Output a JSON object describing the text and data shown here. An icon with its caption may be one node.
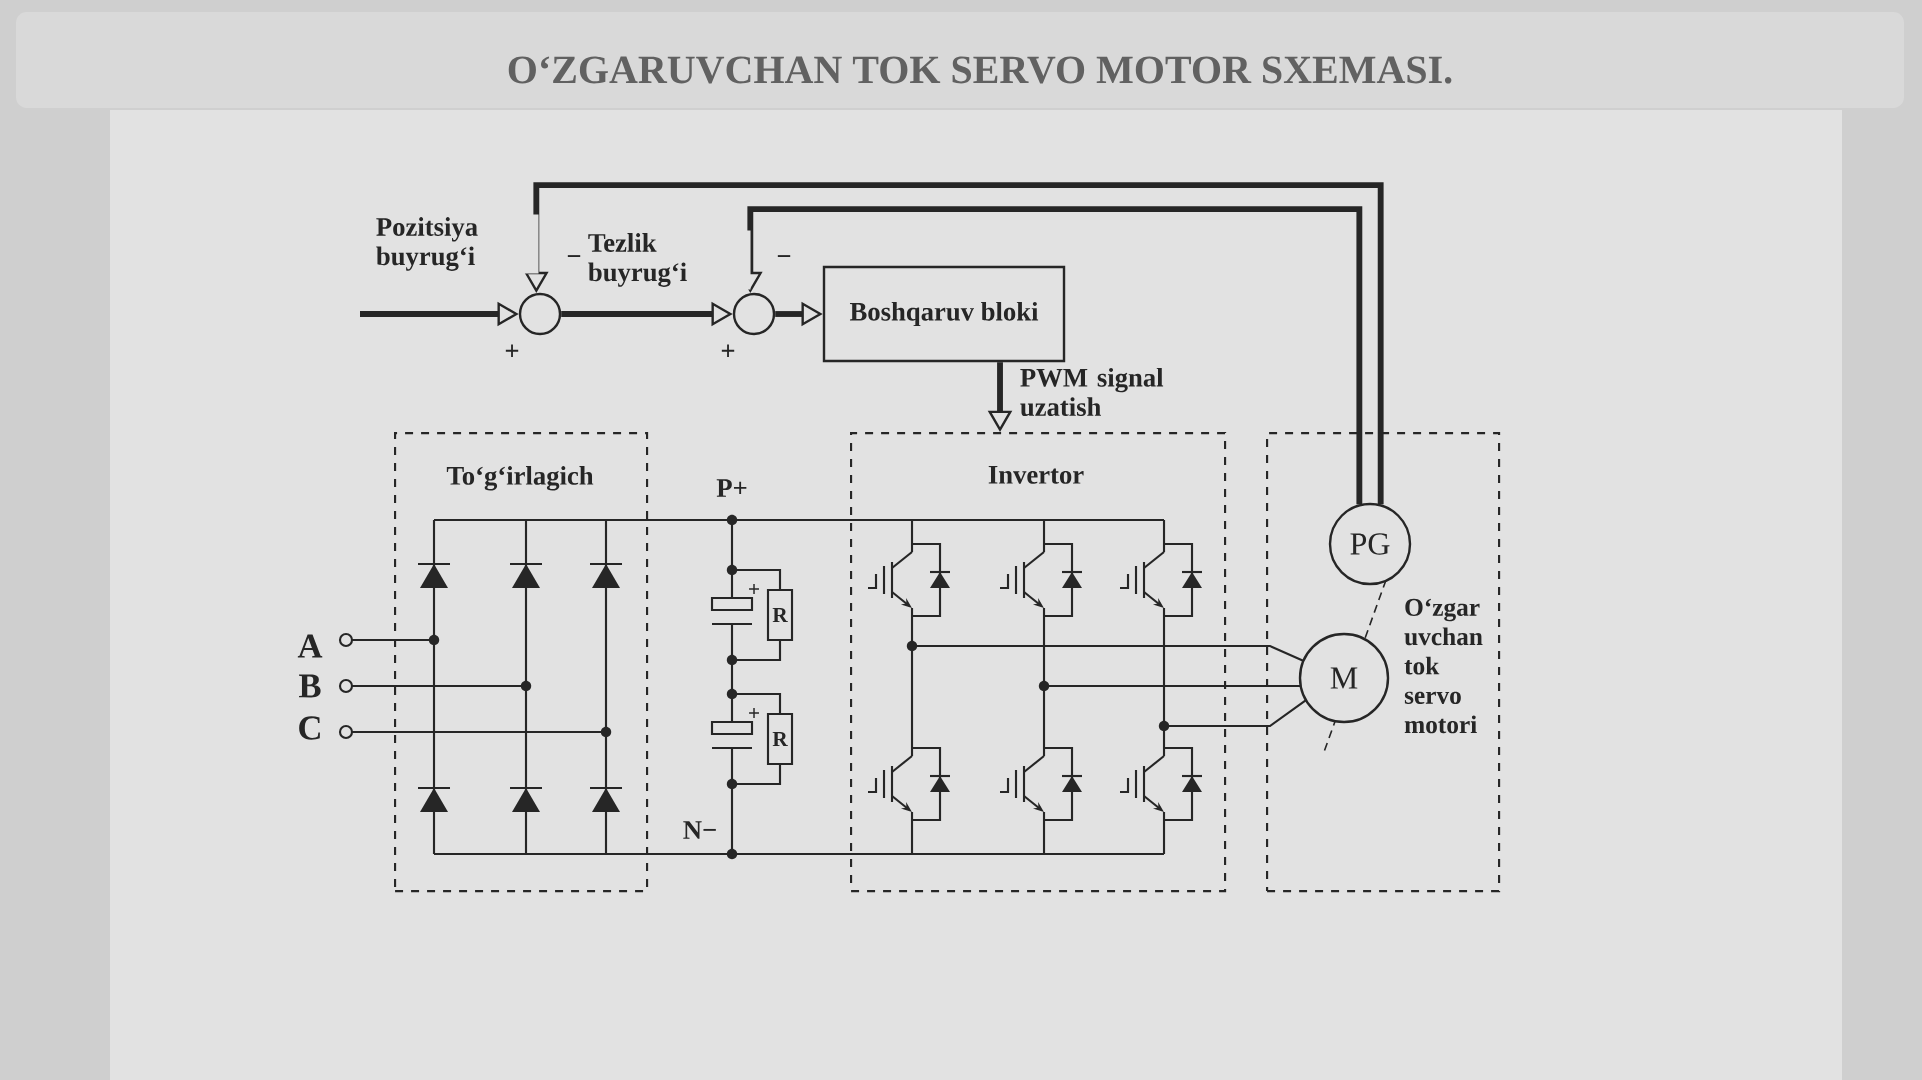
{
  "diagram": {
    "title": "O‘ZGARUVCHAN TOK SERVO MOTOR SXEMASI.",
    "nodes": [
      {
        "text": [],
        "shape": "circle"
      },
      {
        "text": [],
        "shape": "circle"
      },
      {
        "text": [
          "Boshqaruv bloki"
        ]
      },
      {
        "text": [
          "To‘g‘irlagich"
        ]
      },
      {
        "text": [
          "Invertor"
        ]
      },
      {
        "text": [],
        "shape": "box"
      },
      {
        "text": [
          "PG"
        ],
        "in": 5
      },
      {
        "text": [
          "M"
        ],
        "in": 5,
        "beside": [
          "O‘zgar uvchan tok servo motori"
        ]
      }
    ],
    "edges": [
      {
        "from": null,
        "to": 0,
        "arrow": "to",
        "label": "Pozitsiya buyrug‘i"
      },
      {
        "from": 0,
        "to": 1,
        "arrow": "to",
        "label": "Tezlik buyrug‘i"
      },
      {
        "from": 1,
        "to": 2,
        "arrow": "to"
      },
      {
        "from": 2,
        "to": 4,
        "arrow": "to",
        "label": "PWM signal uzatish"
      },
      {
        "from": 6,
        "to": 0,
        "arrow": "to"
      },
      {
        "from": 6,
        "to": 1,
        "arrow": "to"
      }
    ],
    "labels": [
      "−",
      "−",
      "+",
      "+",
      "P+",
      "A",
      "B",
      "C",
      "+",
      "R",
      "+",
      "R",
      "N−"
    ]
  }
}
